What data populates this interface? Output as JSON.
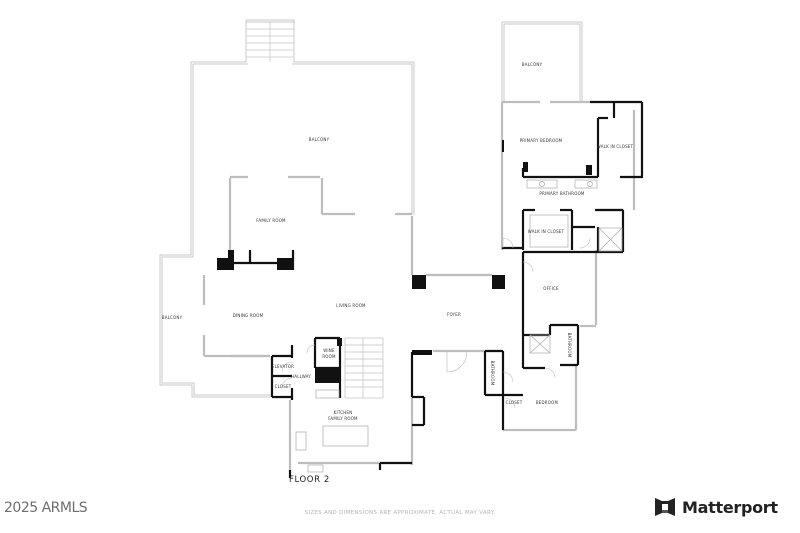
{
  "plan": {
    "floor_label": "FLOOR 2",
    "disclaimer": "SIZES AND DIMENSIONS ARE APPROXIMATE, ACTUAL MAY VARY.",
    "copyright": "2025 ARMLS",
    "brand": "Matterport",
    "rooms": {
      "balcony_top": "BALCONY",
      "balcony_right": "BALCONY",
      "balcony_left": "BALCONY",
      "primary_bedroom": "PRIMARY BEDROOM",
      "walk_in_closet_primary": "WALK IN CLOSET",
      "primary_bathroom": "PRIMARY BATHROOM",
      "walk_in_closet": "WALK IN CLOSET",
      "family_room": "FAMILY ROOM",
      "dining_room": "DINING ROOM",
      "living_room": "LIVING ROOM",
      "foyer": "FOYER",
      "office": "OFFICE",
      "wine_room_1": "WINE",
      "wine_room_2": "ROOM",
      "elevator": "ELEVATOR",
      "hallway": "HALLWAY",
      "closet_left": "CLOSET",
      "kitchen_1": "KITCHEN",
      "kitchen_2": "FAMILY ROOM",
      "bathroom_small": "BATHROOM",
      "bathroom_right": "BATHROOM",
      "closet_right": "CLOSET",
      "bedroom": "BEDROOM"
    }
  }
}
